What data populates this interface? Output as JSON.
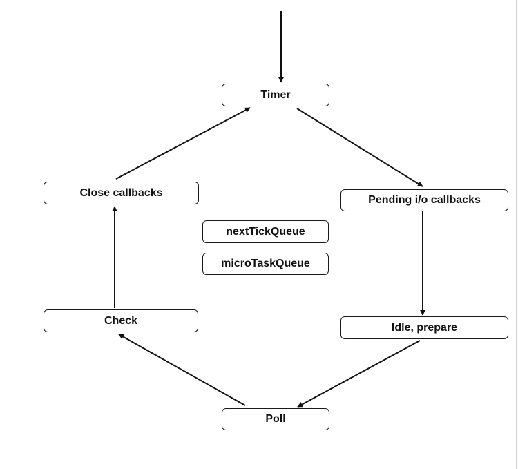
{
  "nodes": {
    "timer": "Timer",
    "pending": "Pending i/o callbacks",
    "idle": "Idle, prepare",
    "poll": "Poll",
    "check": "Check",
    "close": "Close callbacks",
    "next_tick_queue": "nextTickQueue",
    "micro_task_queue": "microTaskQueue"
  },
  "colors": {
    "stroke": "#111111",
    "background": "#ffffff"
  }
}
